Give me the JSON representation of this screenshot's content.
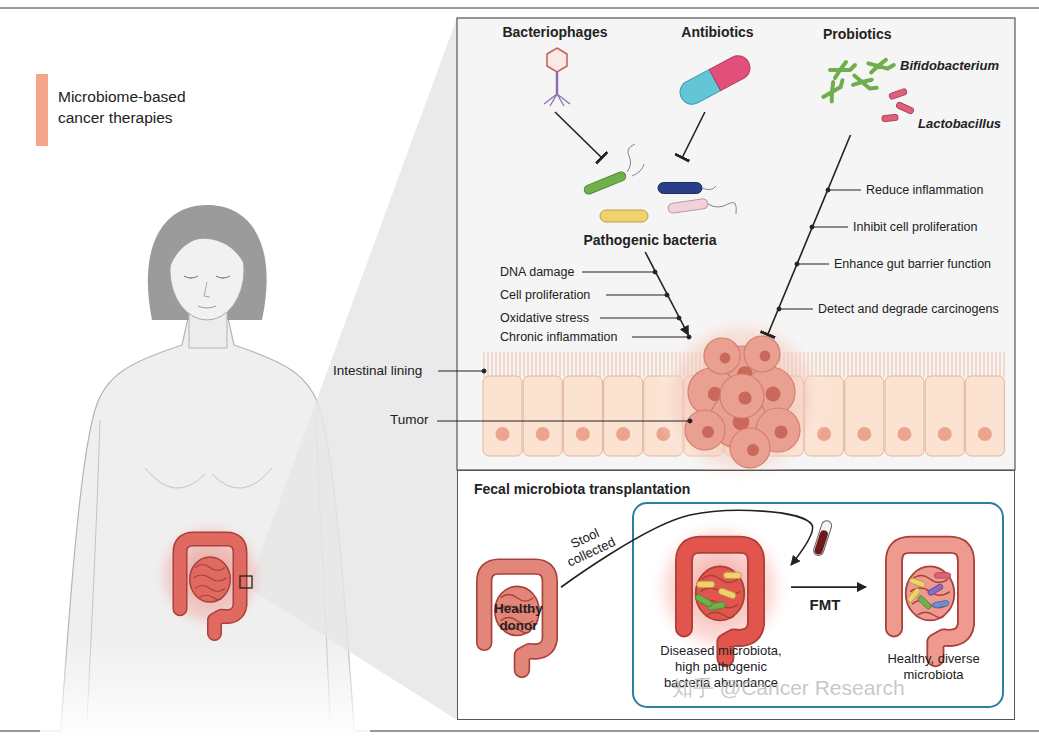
{
  "diagram": {
    "title": "Microbiome-based cancer therapies",
    "nodes": [
      {
        "text": [
          "Bacteriophages"
        ]
      },
      {
        "text": [
          "Antibiotics"
        ]
      },
      {
        "text": [
          "Probiotics",
          "Bifidobacterium",
          "Lactobacillus"
        ]
      },
      {
        "text": [
          "Pathogenic bacteria"
        ]
      },
      {
        "text": [
          "Tumor"
        ]
      },
      {
        "text": [
          "Fecal microbiota transplantation"
        ]
      },
      {
        "text": [
          "Healthy donor"
        ],
        "in": 5
      },
      {
        "text": [
          "Diseased microbiota, high pathogenic bacteria abundance"
        ],
        "in": 5
      },
      {
        "text": [
          "Healthy, diverse microbiota"
        ],
        "in": 5
      }
    ],
    "edges": [
      {
        "from": 0,
        "to": 3,
        "arrow": "to"
      },
      {
        "from": 1,
        "to": 3,
        "arrow": "to"
      },
      {
        "from": 3,
        "to": 4,
        "arrow": "to"
      },
      {
        "from": 2,
        "to": 4,
        "arrow": "to"
      },
      {
        "from": 6,
        "to": 7,
        "label": "Stool collected",
        "arrow": "to"
      },
      {
        "from": 7,
        "to": 8,
        "label": "FMT",
        "arrow": "to"
      }
    ],
    "labels": [
      "DNA damage",
      "Cell proliferation",
      "Oxidative stress",
      "Chronic inflammation",
      "Reduce inflammation",
      "Inhibit cell proliferation",
      "Enhance gut barrier function",
      "Detect and degrade carcinogens",
      "Intestinal lining",
      "知乎 @Cancer Research"
    ]
  }
}
